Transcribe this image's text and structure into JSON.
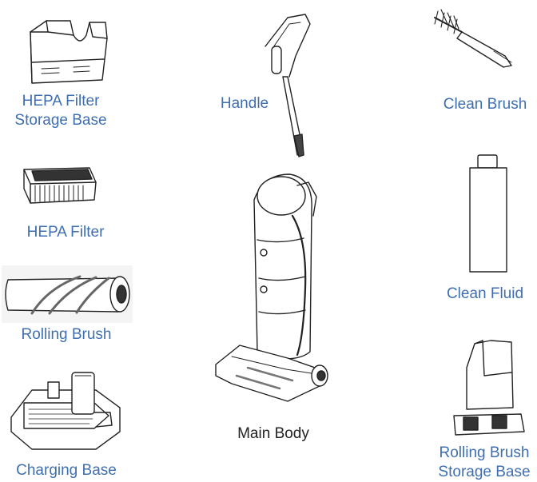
{
  "colors": {
    "label_blue": "#3f6fb0",
    "label_black": "#222222",
    "line": "#222222"
  },
  "parts": {
    "hepa_storage": {
      "line1": "HEPA Filter",
      "line2": "Storage Base"
    },
    "hepa_filter": {
      "label": "HEPA Filter"
    },
    "rolling_brush": {
      "label": "Rolling Brush"
    },
    "charging_base": {
      "label": "Charging Base"
    },
    "handle": {
      "label": "Handle"
    },
    "main_body": {
      "label": "Main Body"
    },
    "clean_brush": {
      "label": "Clean Brush"
    },
    "clean_fluid": {
      "label": "Clean Fluid"
    },
    "rolling_storage": {
      "line1": "Rolling Brush",
      "line2": "Storage Base"
    }
  }
}
